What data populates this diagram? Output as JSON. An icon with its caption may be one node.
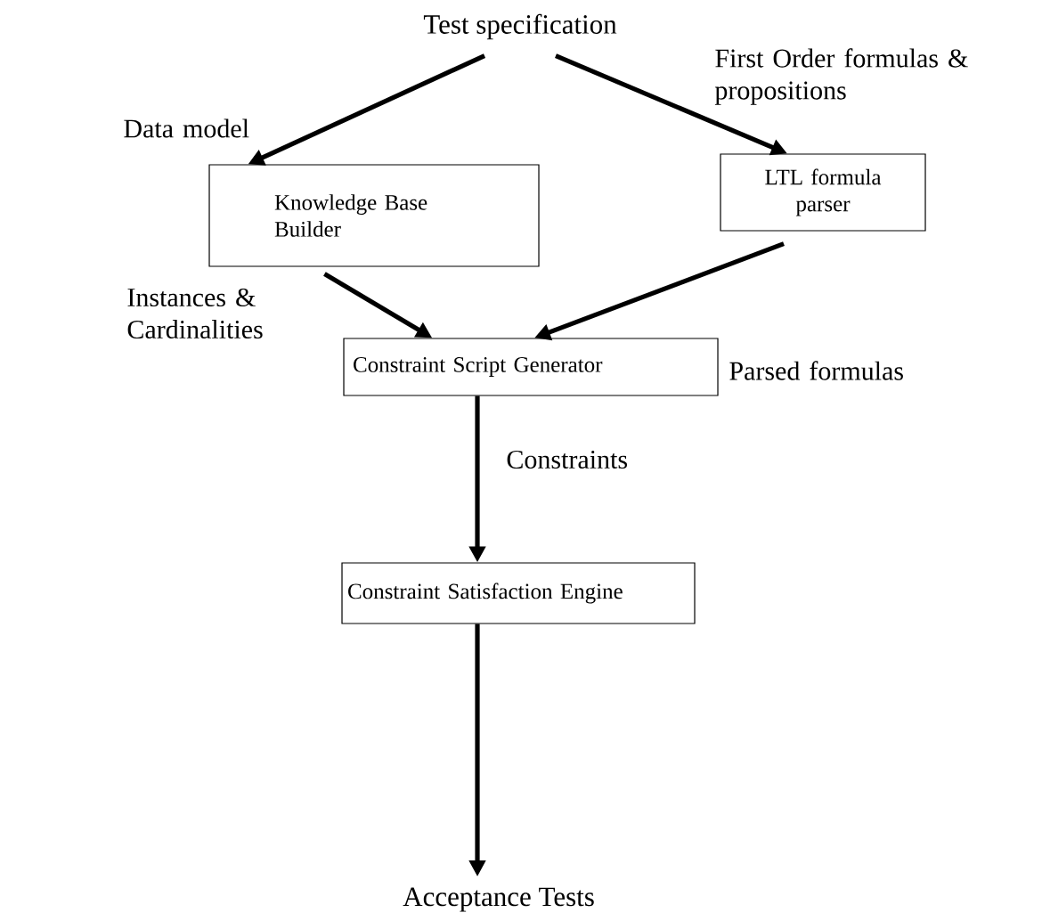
{
  "diagram": {
    "nodes": [
      {
        "text": [
          "Test specification"
        ]
      },
      {
        "text": [
          "Knowledge Base Builder"
        ]
      },
      {
        "text": [
          "LTL formula parser"
        ]
      },
      {
        "text": [
          "Constraint Script Generator"
        ]
      },
      {
        "text": [
          "Constraint Satisfaction Engine"
        ]
      },
      {
        "text": [
          "Acceptance Tests"
        ]
      }
    ],
    "edges": [
      {
        "from": 0,
        "to": 1,
        "arrow": "to",
        "label": "Data model"
      },
      {
        "from": 0,
        "to": 2,
        "arrow": "to",
        "label": "First Order formulas & propositions"
      },
      {
        "from": 1,
        "to": 3,
        "arrow": "to",
        "label": "Instances & Cardinalities"
      },
      {
        "from": 2,
        "to": 3,
        "arrow": "to",
        "label": "Parsed formulas"
      },
      {
        "from": 3,
        "to": 4,
        "arrow": "to",
        "label": "Constraints"
      },
      {
        "from": 4,
        "to": 5,
        "arrow": "to"
      }
    ]
  }
}
